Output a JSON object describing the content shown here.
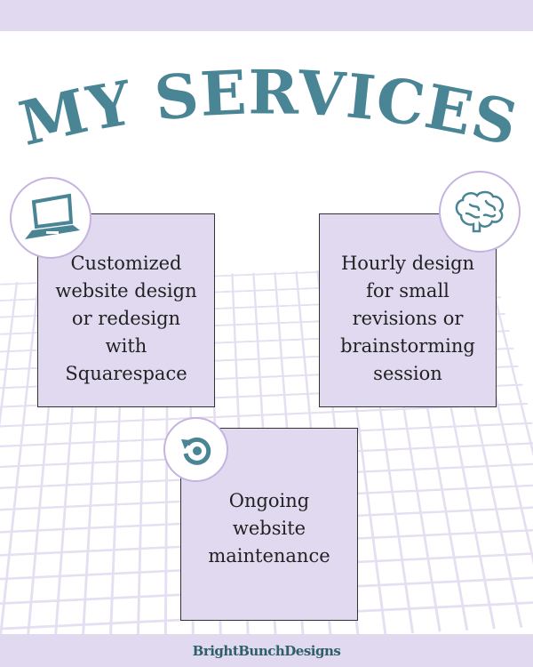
{
  "title": "MY SERVICES",
  "services": [
    {
      "text": "Customized\nwebsite design\nor redesign\nwith\nSquarespace",
      "icon": "laptop-icon"
    },
    {
      "text": "Hourly design\nfor small\nrevisions or\nbrainstorming\nsession",
      "icon": "brain-icon"
    },
    {
      "text": "Ongoing\nwebsite\nmaintenance",
      "icon": "refresh-icon"
    }
  ],
  "footer": {
    "brand": "BrightBunchDesigns"
  },
  "colors": {
    "accent": "#4a8595",
    "lavender": "#e0d9ef",
    "circle_border": "#c5b3e0"
  }
}
